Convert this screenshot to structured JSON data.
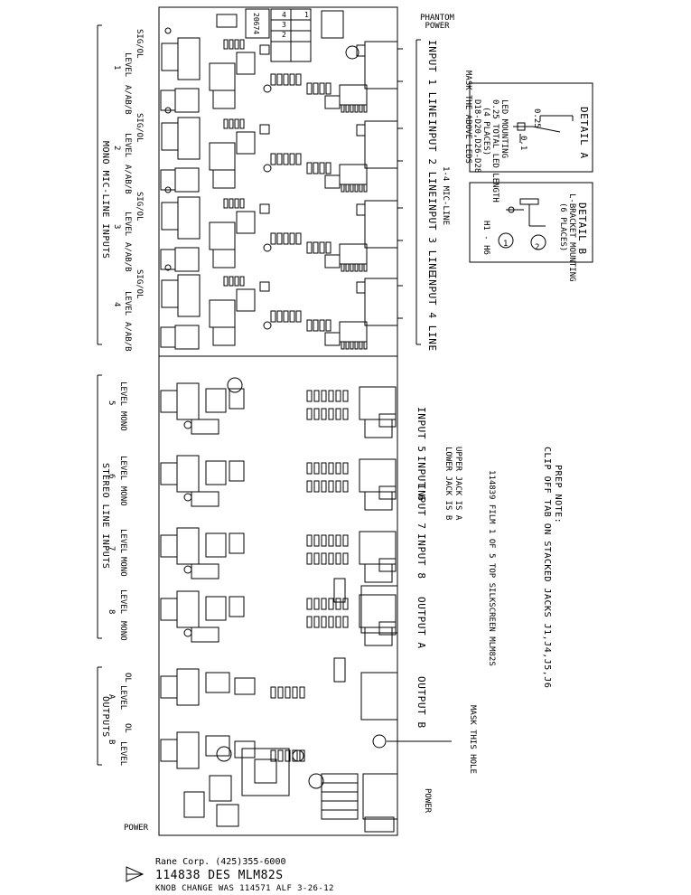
{
  "labels": {
    "phantom": "PHANTOM POWER",
    "sig_ol": "SIG/OL",
    "level": "LEVEL",
    "ab": "A/AB/B",
    "mono": "MONO",
    "ol": "OL",
    "power_bottom": "POWER",
    "power_right": "POWER",
    "mask_hole": "MASK THIS HOLE",
    "chan_nums": [
      "1",
      "2",
      "3",
      "4",
      "5",
      "6",
      "7",
      "8",
      "A",
      "B"
    ],
    "input_line": [
      "INPUT 1 LINE",
      "INPUT 2 LINE",
      "INPUT 3 LINE",
      "INPUT 4 LINE"
    ],
    "inputs_stereo": [
      "INPUT 5",
      "INPUT 6",
      "INPUT 7",
      "INPUT 8"
    ],
    "outputs": [
      "OUTPUT A",
      "OUTPUT B"
    ],
    "mic_line": "1-4 MIC-LINE",
    "mono_group": "MONO MIC-LINE INPUTS",
    "stereo_group": "STEREO LINE INPUTS",
    "outputs_group": "OUTPUTS",
    "upper_jack": "UPPER JACK IS A",
    "lower_jack": "LOWER JACK IS B",
    "film_note": "114839 FILM 1 OF 5 TOP SILKSCREEN MLM82S",
    "prep_note": "PREP NOTE:",
    "clip_note": "CLIP OFF TAB ON STACKED JACKS J1,J4,J5,J6",
    "mask_leds": "MASK THE ABOVE LEDS",
    "led_mount": [
      "LED MOUNTING",
      "0.25 TOTAL LED LENGTH",
      "(4 PLACES)",
      "D18-D20,D26-D28"
    ],
    "detail_a": "DETAIL A",
    "dim_025": "0.25",
    "dim_01": "0.1",
    "detail_b": "DETAIL B",
    "lbracket": [
      "L-BRACKET MOUNTING",
      "(6 PLACES)"
    ],
    "h1h6": "H1 - H6",
    "callout_1": "1",
    "callout_2": "2",
    "board_number": "20674",
    "corner_digits": [
      "4",
      "3",
      "2",
      "1"
    ]
  },
  "footer": {
    "company": "Rane Corp.  (425)355-6000",
    "title": "114838 DES MLM82S",
    "revision": "KNOB CHANGE WAS 114571 ALF 3-26-12"
  }
}
